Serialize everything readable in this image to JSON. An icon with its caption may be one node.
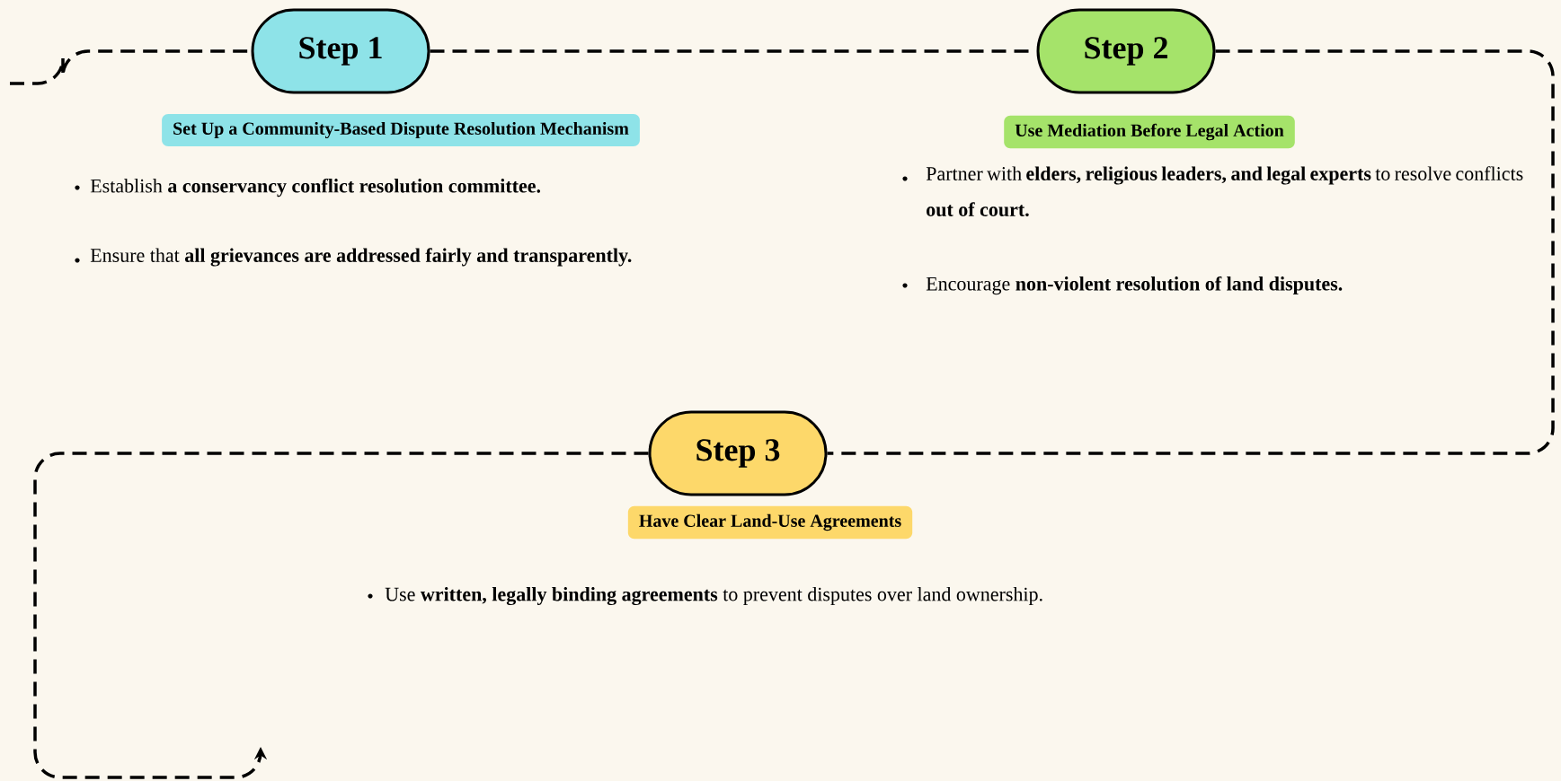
{
  "diagram": {
    "nodes": [
      {
        "text": [
          "Step 1"
        ]
      },
      {
        "text": [
          "Set Up a Community-Based Dispute Resolution Mechanism"
        ]
      },
      {
        "text": [
          "Step 2"
        ]
      },
      {
        "text": [
          "Use Mediation Before Legal Action"
        ]
      },
      {
        "text": [
          "Step 3"
        ]
      },
      {
        "text": [
          "Have Clear Land-Use Agreements"
        ]
      }
    ],
    "edges": [
      {
        "from": null,
        "to": 0,
        "arrow": "none",
        "style": "dashed"
      },
      {
        "from": 0,
        "to": 2,
        "arrow": "none",
        "style": "dashed"
      },
      {
        "from": 2,
        "to": 4,
        "arrow": "none",
        "style": "dashed"
      },
      {
        "from": 4,
        "to": null,
        "arrow": "to",
        "style": "dashed"
      }
    ],
    "labels": [
      "Establish **a conservancy conflict resolution committee.**",
      "Ensure that **all grievances are addressed fairly and transparently.**",
      "Partner with **elders, religious leaders, and legal experts** to resolve conflicts **out of court.**",
      "Encourage **non-violent resolution of land disputes.**",
      "Use **written, legally binding agreements** to prevent disputes over land ownership."
    ]
  }
}
